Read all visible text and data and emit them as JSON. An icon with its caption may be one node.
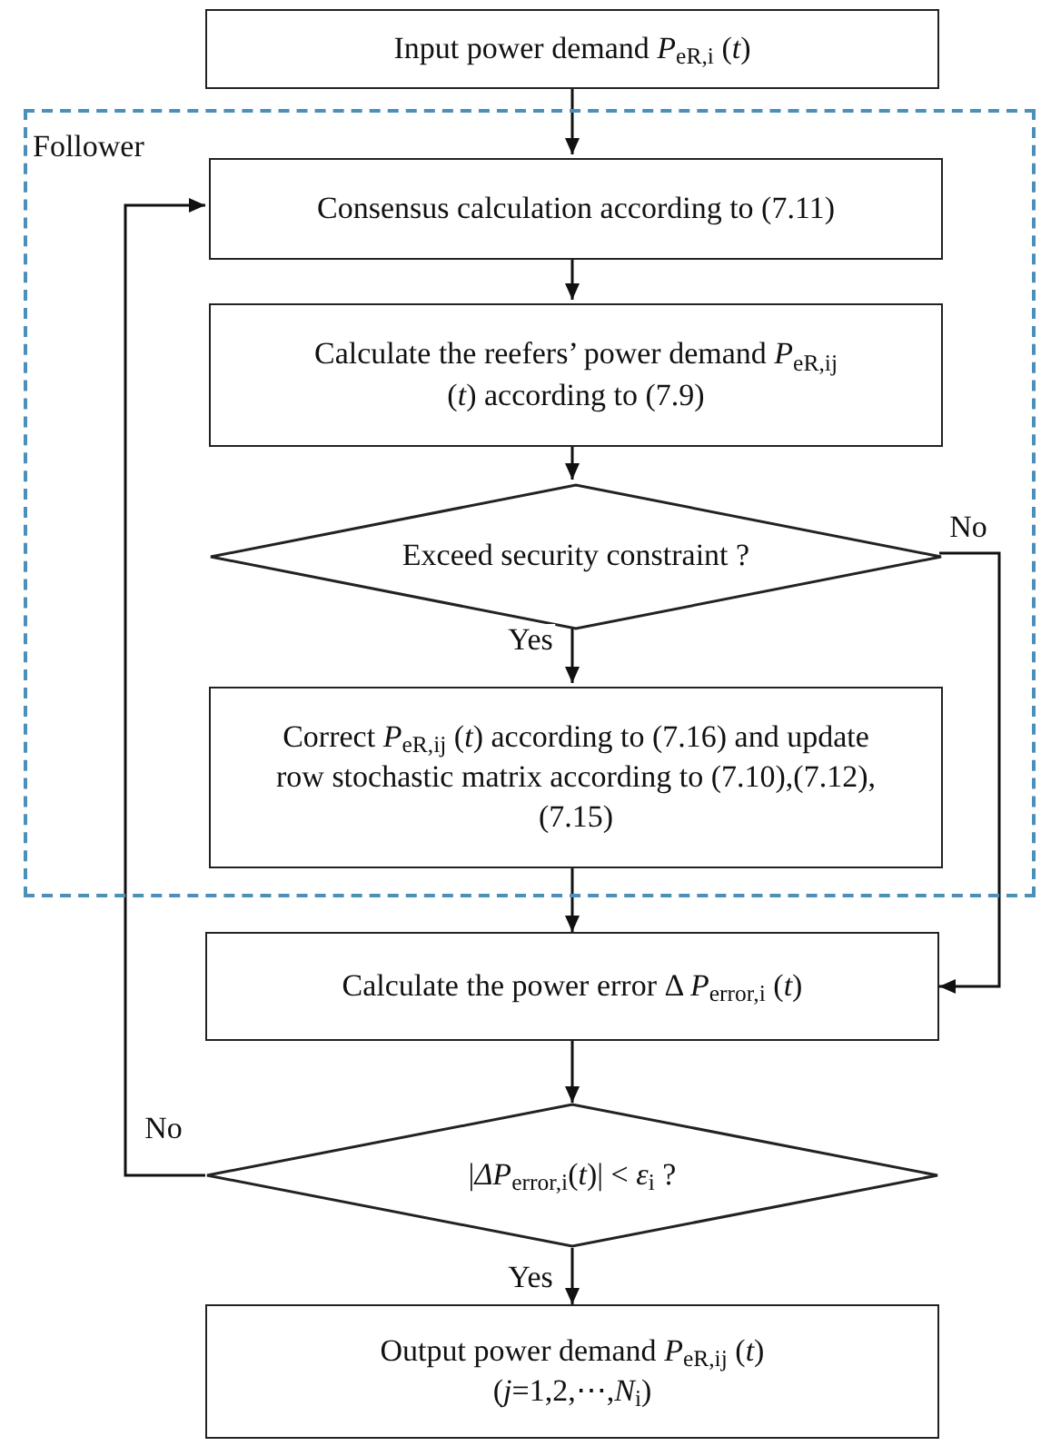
{
  "diagram": {
    "nodes": [
      {
        "text": [
          "Input power demand *P*$_{eR,i}$ (*t*)"
        ]
      },
      {
        "text": [
          "Follower"
        ]
      },
      {
        "text": [
          "Consensus calculation according to (7.11)"
        ],
        "in": 1
      },
      {
        "text": [
          "Calculate the reefers’ power demand *P*$_{eR,ij}$ (*t*) according to (7.9)"
        ],
        "in": 1
      },
      {
        "text": [
          "Exceed security constraint ?"
        ],
        "in": 1
      },
      {
        "text": [
          "Correct *P*$_{eR,ij}$ (*t*) according to (7.16) and update row stochastic matrix according to (7.10),(7.12),(7.15)"
        ],
        "in": 1
      },
      {
        "text": [
          "Calculate the power error Δ *P*$_{error,i}$ (*t*)"
        ]
      },
      {
        "text": [
          "|*ΔP*$_{error,i}$(*t*)| < *ε*$_{i}$ ?"
        ]
      },
      {
        "text": [
          "Output power demand *P*$_{eR,ij}$ (*t*)",
          "(*j*=1,2,⋯,*N*$_{i}$)"
        ]
      }
    ],
    "edges": [
      {
        "from": 0,
        "to": 2,
        "arrow": "to"
      },
      {
        "from": 2,
        "to": 3,
        "arrow": "to"
      },
      {
        "from": 3,
        "to": 4,
        "arrow": "to"
      },
      {
        "from": 4,
        "to": 5,
        "arrow": "to",
        "label": "Yes"
      },
      {
        "from": 4,
        "to": 6,
        "arrow": "to",
        "label": "No"
      },
      {
        "from": 5,
        "to": 6,
        "arrow": "to"
      },
      {
        "from": 6,
        "to": 7,
        "arrow": "to"
      },
      {
        "from": 7,
        "to": 8,
        "arrow": "to",
        "label": "Yes"
      },
      {
        "from": 7,
        "to": 2,
        "arrow": "to",
        "label": "No"
      }
    ]
  }
}
